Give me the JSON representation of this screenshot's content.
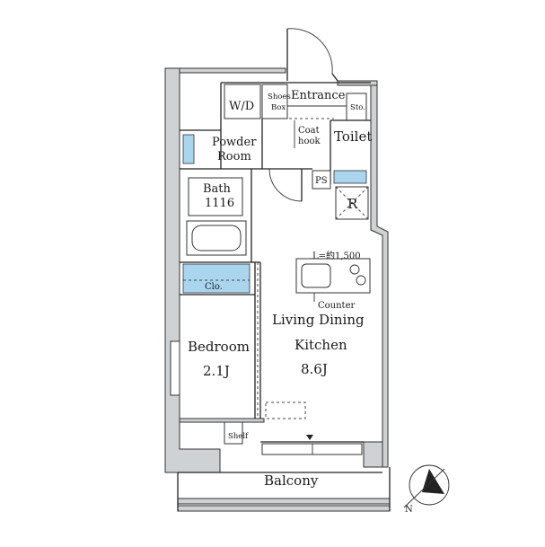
{
  "floorplan": {
    "rooms": {
      "entrance": "Entrance",
      "shoes_box_1": "Shoes",
      "shoes_box_2": "Box",
      "wd": "W/D",
      "sto": "Sto.",
      "coat_hook_1": "Coat",
      "coat_hook_2": "hook",
      "toilet": "Toilet",
      "powder_room_1": "Powder",
      "powder_room_2": "Room",
      "ps": "PS",
      "bath_1": "Bath",
      "bath_2": "1116",
      "refrigerator": "R",
      "kitchen_length": "L=約1,500",
      "counter": "Counter",
      "closet": "Clo.",
      "ldk_1": "Living Dining",
      "ldk_2": "Kitchen",
      "ldk_size": "8.6J",
      "bedroom": "Bedroom",
      "bedroom_size": "2.1J",
      "shelf": "Shelf",
      "balcony": "Balcony",
      "north_mark": "N"
    },
    "colors": {
      "wall": "#cfd2d4",
      "fixture_blue": "#a9d6ee"
    }
  }
}
